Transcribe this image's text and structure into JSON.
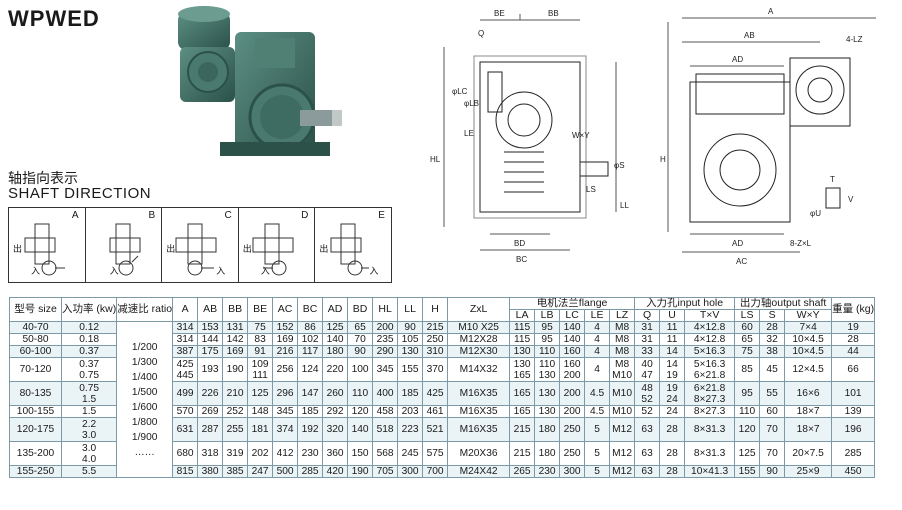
{
  "title": "WPWED",
  "shaft_direction": {
    "cn": "轴指向表示",
    "en": "SHAFT DIRECTION"
  },
  "directions": [
    "A",
    "B",
    "C",
    "D",
    "E"
  ],
  "dir_labels": {
    "out": "出",
    "in": "入"
  },
  "drawing_labels": {
    "d1": {
      "be": "BE",
      "bb": "BB",
      "q": "Q",
      "lc": "φLC",
      "lb": "φLB",
      "le": "LE",
      "hl": "HL",
      "wxy": "W×Y",
      "s": "φS",
      "ls": "LS",
      "ll": "LL",
      "bd": "BD",
      "bc": "BC"
    },
    "d2": {
      "a": "A",
      "ab": "AB",
      "lz": "4-LZ",
      "ad": "AD",
      "h": "H",
      "t": "T",
      "u": "φU",
      "v": "V",
      "ac": "AC",
      "zxl": "8-Z×L"
    }
  },
  "table": {
    "header1": [
      "型号 size",
      "入功率 (kw)",
      "减速比 ratio",
      "A",
      "AB",
      "BB",
      "BE",
      "AC",
      "BC",
      "AD",
      "BD",
      "HL",
      "LL",
      "H",
      "ZxL",
      "电机法兰flange",
      "入力孔input hole",
      "出力轴output shaft",
      "重量 (kg)"
    ],
    "header2": [
      "LA",
      "LB",
      "LC",
      "LE",
      "LZ",
      "Q",
      "U",
      "T×V",
      "LS",
      "S",
      "W×Y"
    ],
    "ratio_text": [
      "1/200",
      "1/300",
      "1/400",
      "1/500",
      "1/600",
      "1/800",
      "1/900",
      "……"
    ],
    "rows": [
      [
        "40-70",
        "0.12",
        "314",
        "153",
        "131",
        "75",
        "152",
        "86",
        "125",
        "65",
        "200",
        "90",
        "215",
        "M10 X25",
        "115",
        "95",
        "140",
        "4",
        "M8",
        "31",
        "11",
        "4×12.8",
        "60",
        "28",
        "7×4",
        "19"
      ],
      [
        "50-80",
        "0.18",
        "314",
        "144",
        "142",
        "83",
        "169",
        "102",
        "140",
        "70",
        "235",
        "105",
        "250",
        "M12X28",
        "115",
        "95",
        "140",
        "4",
        "M8",
        "31",
        "11",
        "4×12.8",
        "65",
        "32",
        "10×4.5",
        "28"
      ],
      [
        "60-100",
        "0.37",
        "387",
        "175",
        "169",
        "91",
        "216",
        "117",
        "180",
        "90",
        "290",
        "130",
        "310",
        "M12X30",
        "130",
        "110",
        "160",
        "4",
        "M8",
        "33",
        "14",
        "5×16.3",
        "75",
        "38",
        "10×4.5",
        "44"
      ],
      [
        "70-120",
        "0.37 / 0.75",
        "425 / 445",
        "193",
        "190",
        "109 / 111",
        "256",
        "124",
        "220",
        "100",
        "345",
        "155",
        "370",
        "M14X32",
        "130 / 165",
        "110 / 130",
        "160 / 200",
        "4",
        "M8 / M10",
        "40 / 47",
        "14 / 19",
        "5×16.3 / 6×21.8",
        "85",
        "45",
        "12×4.5",
        "66"
      ],
      [
        "80-135",
        "0.75 / 1.5",
        "499",
        "226",
        "210",
        "125",
        "296",
        "147",
        "260",
        "110",
        "400",
        "185",
        "425",
        "M16X35",
        "165",
        "130",
        "200",
        "4.5",
        "M10",
        "48 / 52",
        "19 / 24",
        "6×21.8 / 8×27.3",
        "95",
        "55",
        "16×6",
        "101"
      ],
      [
        "100-155",
        "1.5",
        "570",
        "269",
        "252",
        "148",
        "345",
        "185",
        "292",
        "120",
        "458",
        "203",
        "461",
        "M16X35",
        "165",
        "130",
        "200",
        "4.5",
        "M10",
        "52",
        "24",
        "8×27.3",
        "110",
        "60",
        "18×7",
        "139"
      ],
      [
        "120-175",
        "2.2 / 3.0",
        "631",
        "287",
        "255",
        "181",
        "374",
        "192",
        "320",
        "140",
        "518",
        "223",
        "521",
        "M16X35",
        "215",
        "180",
        "250",
        "5",
        "M12",
        "63",
        "28",
        "8×31.3",
        "120",
        "70",
        "18×7",
        "196"
      ],
      [
        "135-200",
        "3.0 / 4.0",
        "680",
        "318",
        "319",
        "202",
        "412",
        "230",
        "360",
        "150",
        "568",
        "245",
        "575",
        "M20X36",
        "215",
        "180",
        "250",
        "5",
        "M12",
        "63",
        "28",
        "8×31.3",
        "125",
        "70",
        "20×7.5",
        "285"
      ],
      [
        "155-250",
        "5.5",
        "815",
        "380",
        "385",
        "247",
        "500",
        "285",
        "420",
        "190",
        "705",
        "300",
        "700",
        "M24X42",
        "265",
        "230",
        "300",
        "5",
        "M12",
        "63",
        "28",
        "10×41.3",
        "155",
        "90",
        "25×9",
        "450"
      ]
    ]
  }
}
